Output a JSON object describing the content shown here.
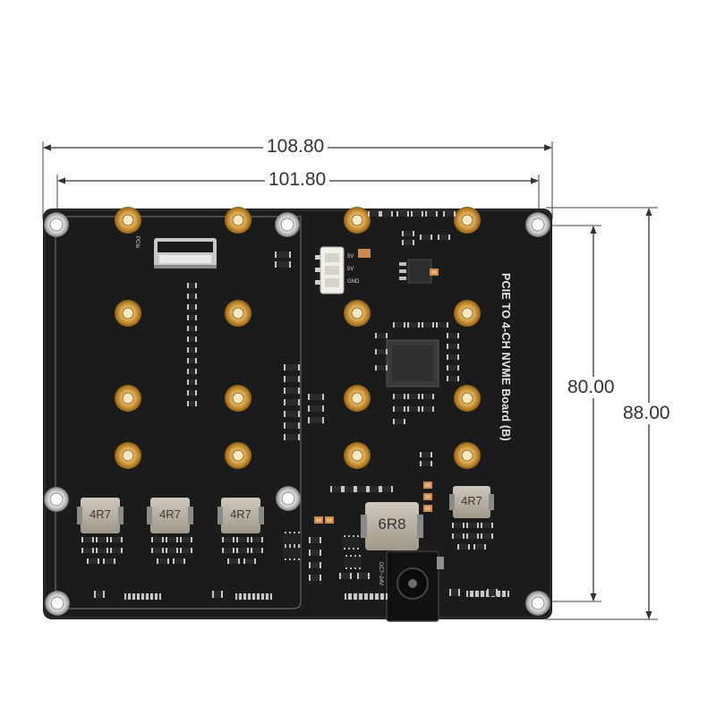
{
  "dimensions": {
    "overall_width": "108.80",
    "hole_spacing_width": "101.80",
    "hole_spacing_height": "80.00",
    "overall_height": "88.00"
  },
  "board": {
    "title": "PCIE TO 4-CH NVME Board (B)",
    "connector_label": "PCIe",
    "power_pins": [
      "5V",
      "5V",
      "GND"
    ],
    "dc_label": "DC7~24V",
    "small_inductor_marking": "4R7",
    "large_inductor_marking": "6R8",
    "colors": {
      "pcb": "#1b1b1c",
      "gold_pad": "#c99434",
      "silkscreen": "#d8d8d8",
      "dimension_line": "#333333"
    }
  }
}
